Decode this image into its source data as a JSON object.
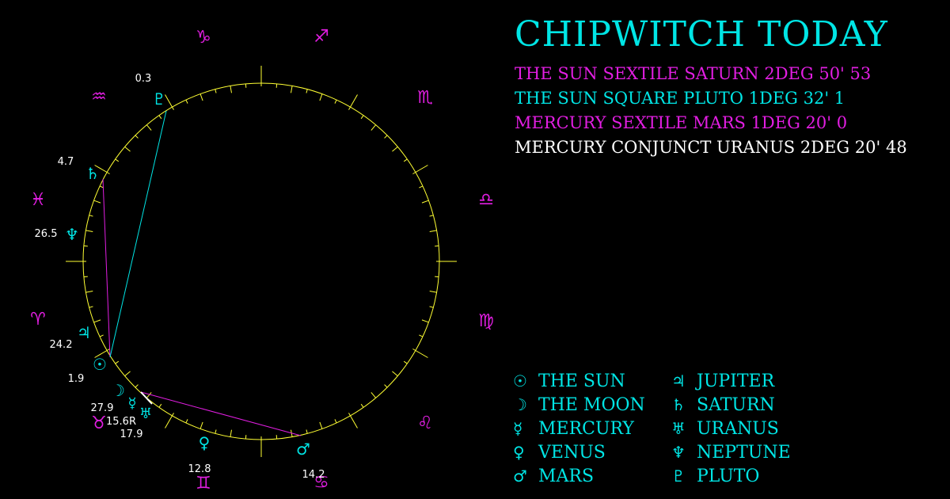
{
  "title": "CHIPWITCH TODAY",
  "aspects": [
    {
      "text": "THE SUN SEXTILE SATURN 2DEG 50' 53",
      "color": "#e21ee2"
    },
    {
      "text": "THE SUN SQUARE PLUTO 1DEG 32' 1",
      "color": "#00e5e5"
    },
    {
      "text": "MERCURY SEXTILE MARS 1DEG 20' 0",
      "color": "#e21ee2"
    },
    {
      "text": "MERCURY CONJUNCT URANUS 2DEG 20' 48",
      "color": "#ffffff"
    }
  ],
  "legend": [
    {
      "symbol": "☉",
      "icon": "sun-icon",
      "label": "THE SUN"
    },
    {
      "symbol": "☽",
      "icon": "moon-icon",
      "label": "THE MOON"
    },
    {
      "symbol": "☿",
      "icon": "mercury-icon",
      "label": "MERCURY"
    },
    {
      "symbol": "♀",
      "icon": "venus-icon",
      "label": "VENUS"
    },
    {
      "symbol": "♂",
      "icon": "mars-icon",
      "label": "MARS"
    },
    {
      "symbol": "♃",
      "icon": "jupiter-icon",
      "label": "JUPITER"
    },
    {
      "symbol": "♄",
      "icon": "saturn-icon",
      "label": "SATURN"
    },
    {
      "symbol": "♅",
      "icon": "uranus-icon",
      "label": "URANUS"
    },
    {
      "symbol": "♆",
      "icon": "neptune-icon",
      "label": "NEPTUNE"
    },
    {
      "symbol": "♇",
      "icon": "pluto-icon",
      "label": "PLUTO"
    }
  ],
  "zodiac": [
    {
      "symbol": "♈",
      "icon": "aries-icon"
    },
    {
      "symbol": "♉",
      "icon": "taurus-icon"
    },
    {
      "symbol": "♊",
      "icon": "gemini-icon"
    },
    {
      "symbol": "♋",
      "icon": "cancer-icon"
    },
    {
      "symbol": "♌",
      "icon": "leo-icon"
    },
    {
      "symbol": "♍",
      "icon": "virgo-icon"
    },
    {
      "symbol": "♎",
      "icon": "libra-icon"
    },
    {
      "symbol": "♏",
      "icon": "scorpio-icon"
    },
    {
      "symbol": "♐",
      "icon": "sagittarius-icon"
    },
    {
      "symbol": "♑",
      "icon": "capricorn-icon"
    },
    {
      "symbol": "♒",
      "icon": "aquarius-icon"
    },
    {
      "symbol": "♓",
      "icon": "pisces-icon"
    }
  ],
  "planets": [
    {
      "symbol": "♇",
      "icon": "pluto-icon",
      "degree": "0.3"
    },
    {
      "symbol": "♄",
      "icon": "saturn-icon",
      "degree": "4.7"
    },
    {
      "symbol": "♆",
      "icon": "neptune-icon",
      "degree": "26.5"
    },
    {
      "symbol": "♃",
      "icon": "jupiter-icon",
      "degree": "24.2"
    },
    {
      "symbol": "☉",
      "icon": "sun-icon",
      "degree": "1.9"
    },
    {
      "symbol": "☽",
      "icon": "moon-icon",
      "degree": "27.9"
    },
    {
      "symbol": "☿",
      "icon": "mercury-icon",
      "degree": "15.6R"
    },
    {
      "symbol": "♅",
      "icon": "uranus-icon",
      "degree": "17.9"
    },
    {
      "symbol": "♀",
      "icon": "venus-icon",
      "degree": "12.8"
    },
    {
      "symbol": "♂",
      "icon": "mars-icon",
      "degree": "14.2"
    }
  ],
  "colors": {
    "cyan": "#00e5e5",
    "magenta": "#e21ee2",
    "yellow": "#ffff33",
    "white": "#ffffff",
    "background": "#000000"
  }
}
